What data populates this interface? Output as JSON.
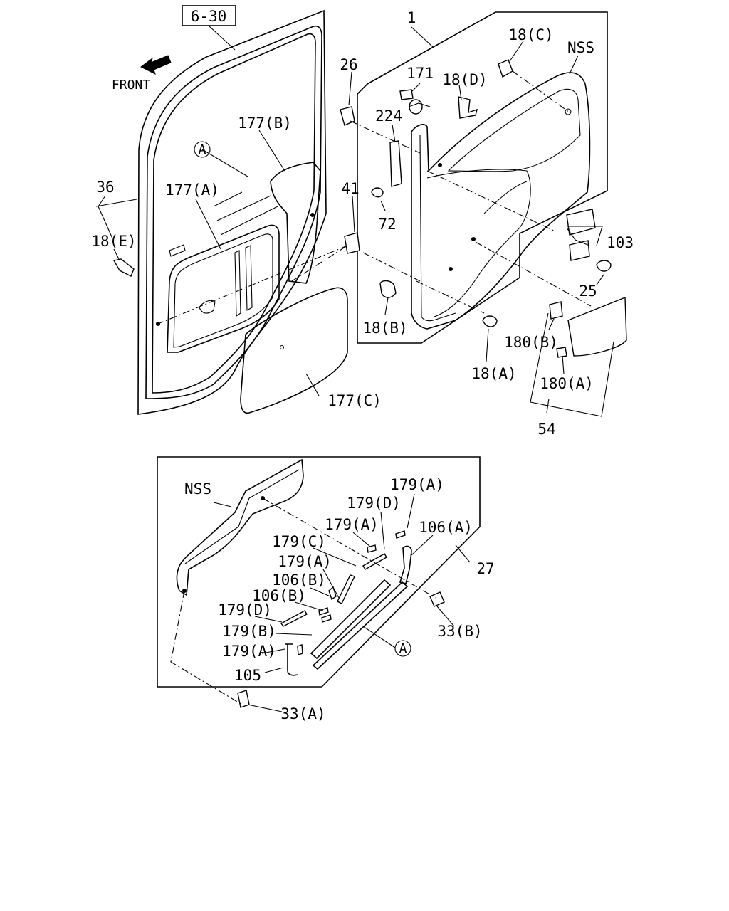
{
  "reference": {
    "label": "6-30"
  },
  "direction": {
    "label": "FRONT"
  },
  "upper_group": {
    "callouts": {
      "p1": "1",
      "p18c": "18(C)",
      "nss": "NSS",
      "p26": "26",
      "p171": "171",
      "p18d": "18(D)",
      "p224": "224",
      "p177b": "177(B)",
      "circle_a": "A",
      "p36": "36",
      "p177a": "177(A)",
      "p41": "41",
      "p72": "72",
      "p18e": "18(E)",
      "p103": "103",
      "p25": "25",
      "p18b": "18(B)",
      "p180b": "180(B)",
      "p18a": "18(A)",
      "p180a": "180(A)",
      "p177c": "177(C)",
      "p54": "54"
    }
  },
  "lower_group": {
    "callouts": {
      "nss": "NSS",
      "p179a_1": "179(A)",
      "p179d_1": "179(D)",
      "p179a_2": "179(A)",
      "p106a": "106(A)",
      "p179c": "179(C)",
      "p179a_3": "179(A)",
      "p27": "27",
      "p106b_1": "106(B)",
      "p106b_2": "106(B)",
      "p179d_2": "179(D)",
      "p33b": "33(B)",
      "p179b": "179(B)",
      "circle_a": "A",
      "p179a_4": "179(A)",
      "p105": "105",
      "p33a": "33(A)"
    }
  }
}
